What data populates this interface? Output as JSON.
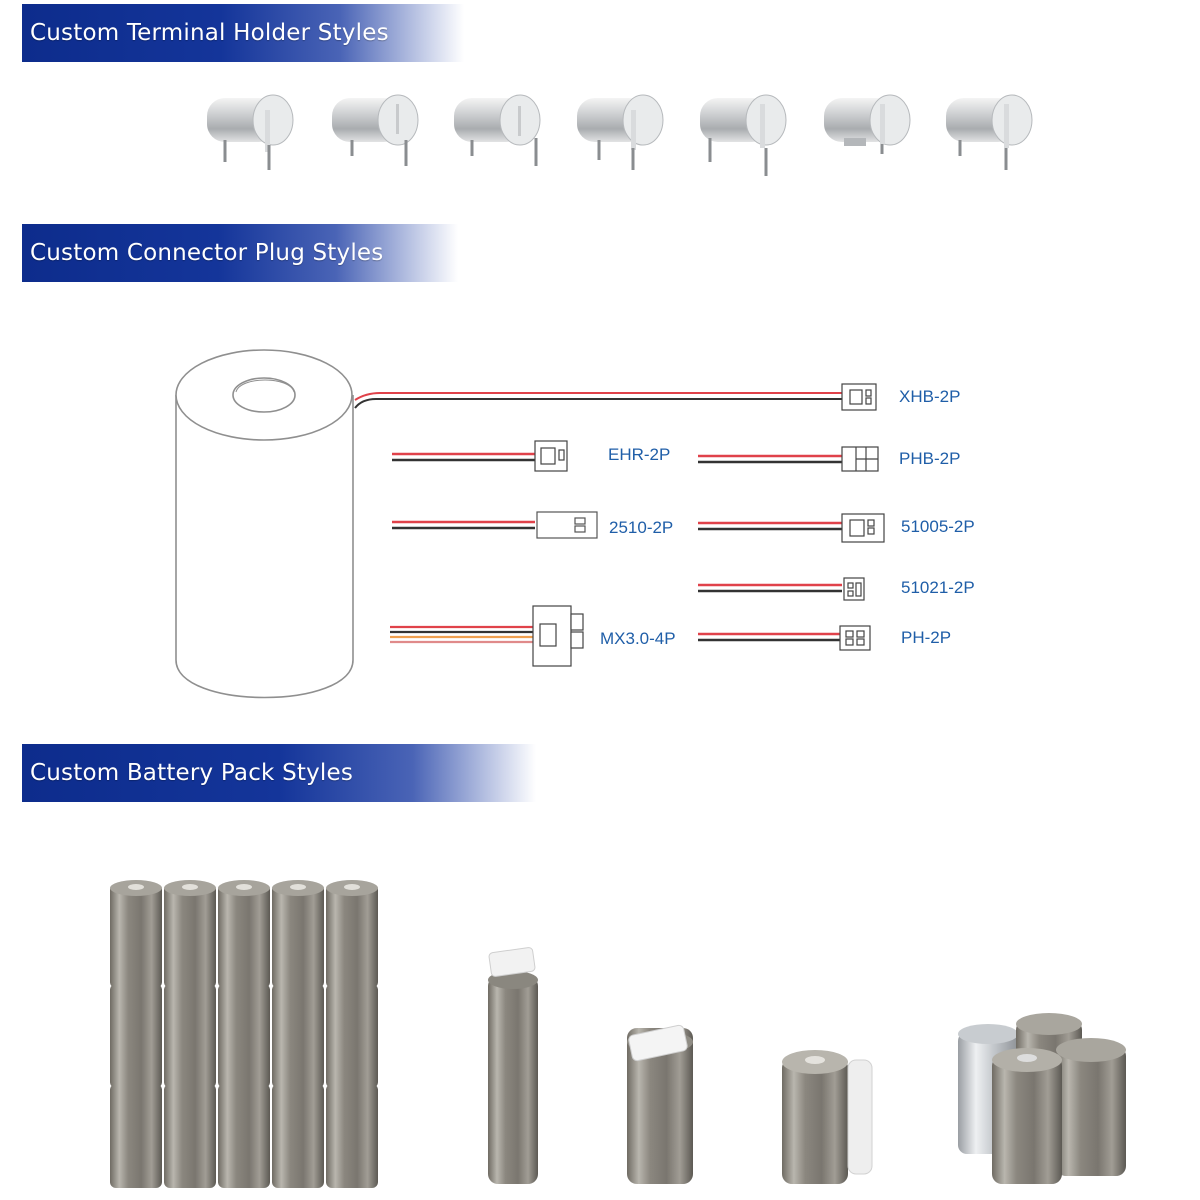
{
  "sections": {
    "terminal": {
      "title": "Custom Terminal Holder Styles"
    },
    "connector": {
      "title": "Custom Connector Plug Styles"
    },
    "pack": {
      "title": "Custom Battery Pack Styles"
    }
  },
  "connectors": {
    "xhb": "XHB-2P",
    "ehr": "EHR-2P",
    "phb": "PHB-2P",
    "c2510": "2510-2P",
    "c51005": "51005-2P",
    "c51021": "51021-2P",
    "mx": "MX3.0-4P",
    "ph": "PH-2P"
  },
  "colors": {
    "banner": "#14359a",
    "label": "#1f5ea8",
    "wire_red": "#e0424a",
    "wire_black": "#333333"
  }
}
